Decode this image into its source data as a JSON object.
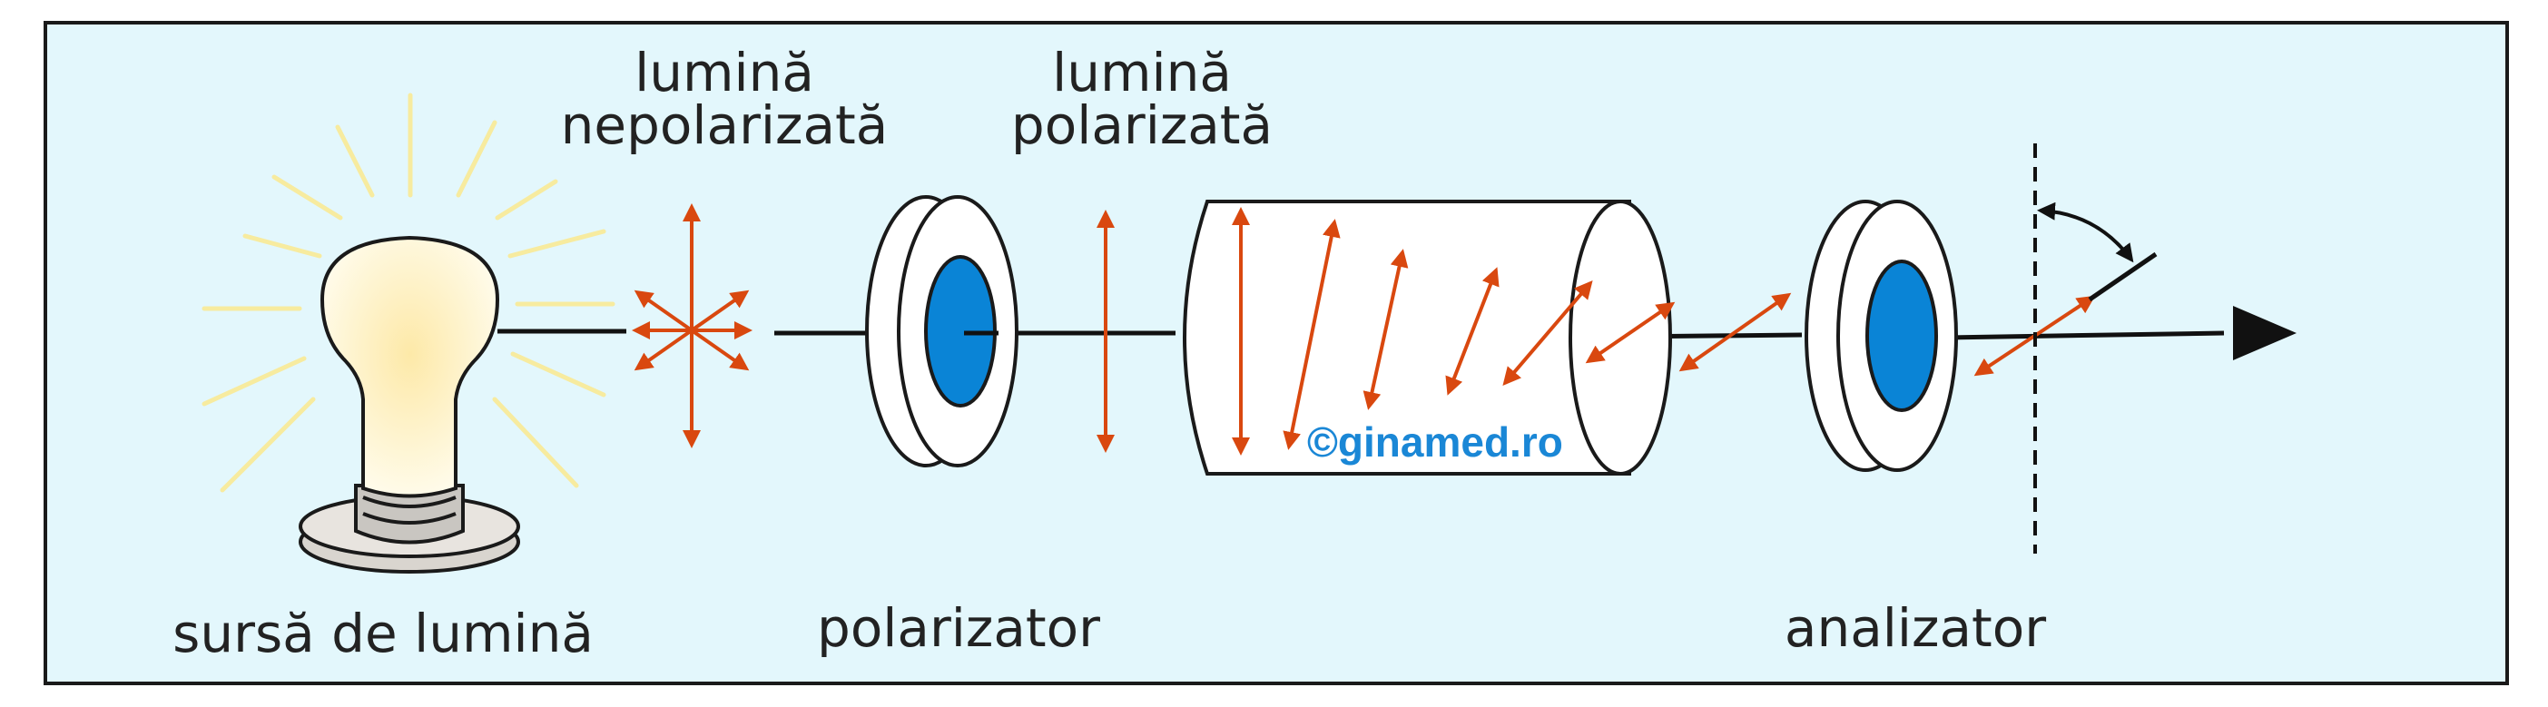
{
  "labels": {
    "unpolarized_line1": "lumină",
    "unpolarized_line2": "nepolarizată",
    "polarized_line1": "lumină",
    "polarized_line2": "polarizată",
    "source": "sursă de lumină",
    "polarizer": "polarizator",
    "analyzer": "analizator"
  },
  "watermark": "©ginamed.ro",
  "colors": {
    "background": "#e3f7fc",
    "arrow": "#d9480f",
    "lens": "#0a84d6",
    "rays": "#f7eb9f",
    "watermark": "#1a87d6"
  }
}
